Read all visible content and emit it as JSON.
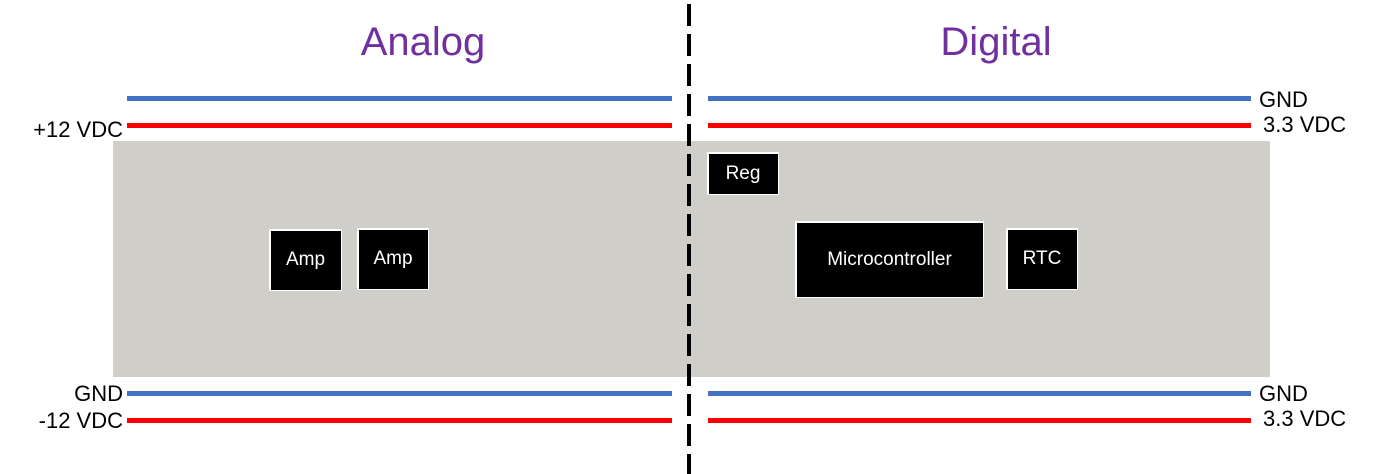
{
  "sections": {
    "analog": "Analog",
    "digital": "Digital"
  },
  "rails": {
    "analog_top_positive": "+12 VDC",
    "analog_bottom_ground": "GND",
    "analog_bottom_negative": "-12 VDC",
    "digital_top_ground": "GND",
    "digital_top_supply": "3.3 VDC",
    "digital_bottom_ground": "GND",
    "digital_bottom_supply": "3.3 VDC"
  },
  "components": {
    "amp_1": "Amp",
    "amp_2": "Amp",
    "regulator": "Reg",
    "microcontroller": "Microcontroller",
    "rtc": "RTC"
  },
  "colors": {
    "title": "#7030A0",
    "ground_rail": "#4472C4",
    "supply_rail": "#FF0000",
    "board": "#CFCEC9",
    "chip": "#000000"
  }
}
